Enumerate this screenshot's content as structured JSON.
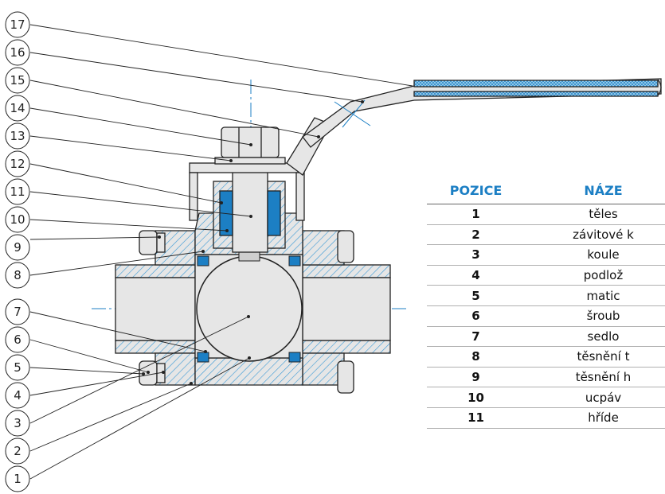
{
  "callouts": [
    "17",
    "16",
    "15",
    "14",
    "13",
    "12",
    "11",
    "10",
    "9",
    "8",
    "7",
    "6",
    "5",
    "4",
    "3",
    "2",
    "1"
  ],
  "table": {
    "headers": {
      "position": "POZICE",
      "name": "NÁZE"
    },
    "rows": [
      {
        "pos": "1",
        "name": "těles"
      },
      {
        "pos": "2",
        "name": "závitové k"
      },
      {
        "pos": "3",
        "name": "koule"
      },
      {
        "pos": "4",
        "name": "podlož"
      },
      {
        "pos": "5",
        "name": "matic"
      },
      {
        "pos": "6",
        "name": "šroub"
      },
      {
        "pos": "7",
        "name": "sedlo"
      },
      {
        "pos": "8",
        "name": "těsnění t"
      },
      {
        "pos": "9",
        "name": "těsnění h"
      },
      {
        "pos": "10",
        "name": "ucpáv"
      },
      {
        "pos": "11",
        "name": "hříde"
      }
    ]
  },
  "colors": {
    "accent": "#1c7fc4",
    "part_fill": "#e6e6e6",
    "hatch": "#3a9ad6",
    "stroke": "#222222"
  }
}
